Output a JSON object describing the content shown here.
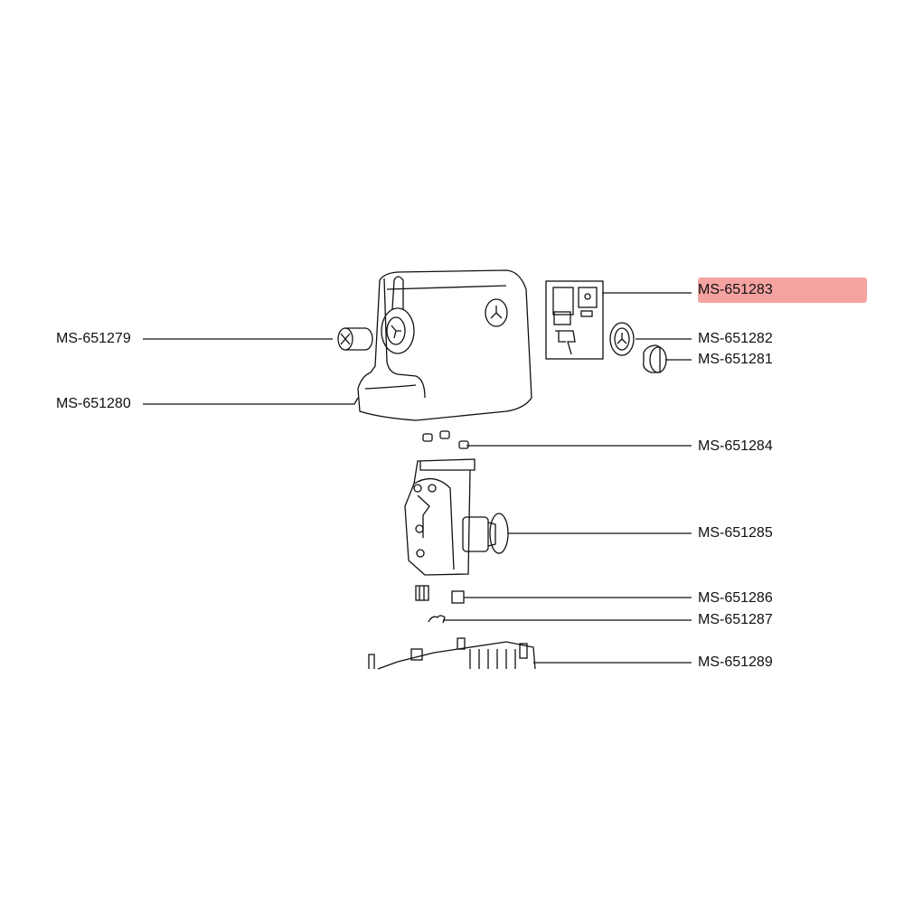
{
  "diagram": {
    "highlight_color": "#f4a3a1",
    "parts": [
      {
        "id": "p279",
        "label": "MS-651279",
        "side": "left"
      },
      {
        "id": "p280",
        "label": "MS-651280",
        "side": "left"
      },
      {
        "id": "p283",
        "label": "MS-651283",
        "side": "right",
        "highlighted": true
      },
      {
        "id": "p282",
        "label": "MS-651282",
        "side": "right"
      },
      {
        "id": "p281",
        "label": "MS-651281",
        "side": "right"
      },
      {
        "id": "p284",
        "label": "MS-651284",
        "side": "right"
      },
      {
        "id": "p285",
        "label": "MS-651285",
        "side": "right"
      },
      {
        "id": "p286",
        "label": "MS-651286",
        "side": "right"
      },
      {
        "id": "p287",
        "label": "MS-651287",
        "side": "right"
      },
      {
        "id": "p289",
        "label": "MS-651289",
        "side": "right"
      }
    ]
  }
}
